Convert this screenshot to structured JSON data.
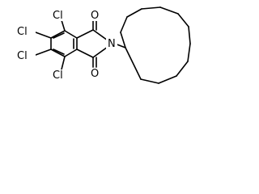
{
  "figure": {
    "description": "",
    "atoms": {
      "cl1": "Cl",
      "cl2": "Cl",
      "cl3": "Cl",
      "cl4": "Cl",
      "o_top": "O",
      "o_bottom": "O",
      "n": "N"
    }
  }
}
